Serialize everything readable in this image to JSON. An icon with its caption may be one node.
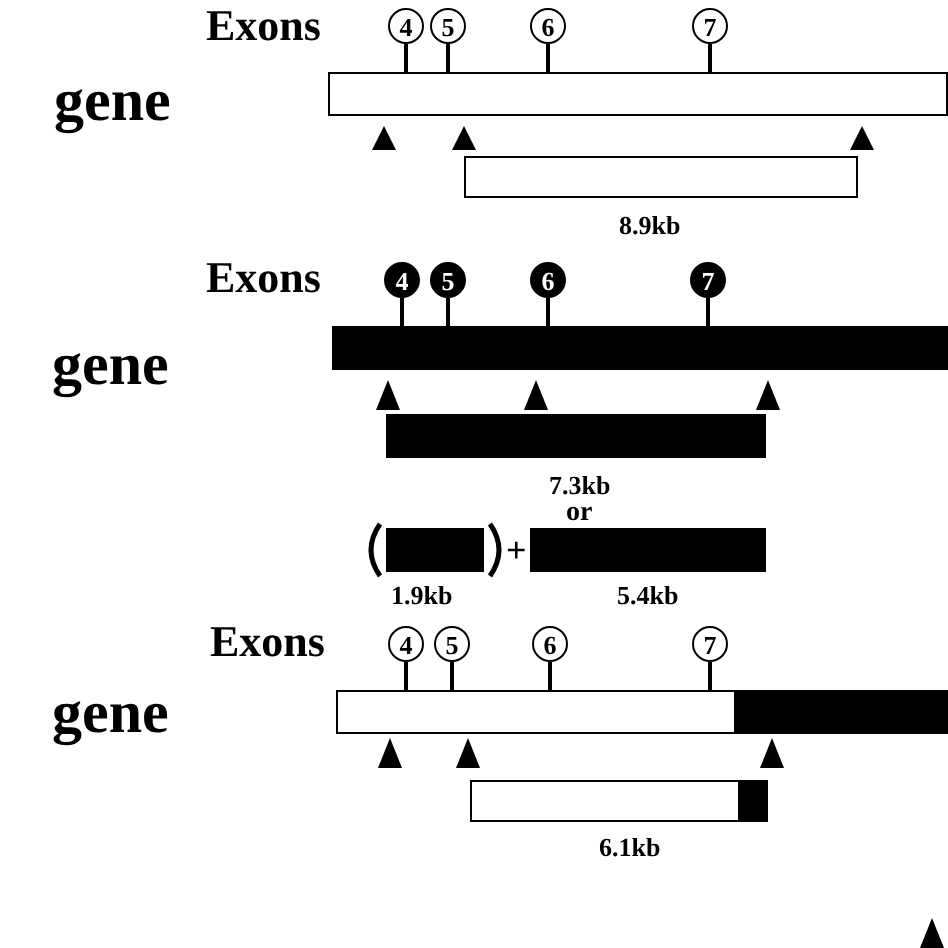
{
  "diagram": {
    "nodes": [
      {
        "text": [
          "4"
        ]
      },
      {
        "text": [
          "5"
        ]
      },
      {
        "text": [
          "6"
        ]
      },
      {
        "text": [
          "7"
        ]
      },
      {
        "text": [],
        "shape": "bar"
      },
      {
        "text": [],
        "shape": "bar",
        "beside": [
          "8.9kb"
        ]
      },
      {
        "text": [
          "4"
        ]
      },
      {
        "text": [
          "5"
        ]
      },
      {
        "text": [
          "6"
        ]
      },
      {
        "text": [
          "7"
        ]
      },
      {
        "text": [],
        "shape": "bar"
      },
      {
        "text": [],
        "shape": "bar",
        "beside": [
          "7.3kb"
        ]
      },
      {
        "text": [],
        "shape": "bar",
        "beside": [
          "1.9kb"
        ]
      },
      {
        "text": [],
        "shape": "bar",
        "beside": [
          "5.4kb"
        ]
      },
      {
        "text": [
          "4"
        ]
      },
      {
        "text": [
          "5"
        ]
      },
      {
        "text": [
          "6"
        ]
      },
      {
        "text": [
          "7"
        ]
      },
      {
        "text": [],
        "shape": "bar"
      },
      {
        "text": [],
        "shape": "bar",
        "beside": [
          "6.1kb"
        ]
      }
    ],
    "edges": [
      {
        "from": 0,
        "to": 4,
        "arrow": "none"
      },
      {
        "from": 1,
        "to": 4,
        "arrow": "none"
      },
      {
        "from": 2,
        "to": 4,
        "arrow": "none"
      },
      {
        "from": 3,
        "to": 4,
        "arrow": "none"
      },
      {
        "from": 6,
        "to": 10,
        "arrow": "none"
      },
      {
        "from": 7,
        "to": 10,
        "arrow": "none"
      },
      {
        "from": 8,
        "to": 10,
        "arrow": "none"
      },
      {
        "from": 9,
        "to": 10,
        "arrow": "none"
      },
      {
        "from": 14,
        "to": 18,
        "arrow": "none"
      },
      {
        "from": 15,
        "to": 18,
        "arrow": "none"
      },
      {
        "from": 16,
        "to": 18,
        "arrow": "none"
      },
      {
        "from": 17,
        "to": 18,
        "arrow": "none"
      }
    ],
    "labels": [
      "Exons",
      "gene",
      "Exons",
      "gene",
      "or",
      "+",
      "Exons",
      "gene"
    ]
  }
}
